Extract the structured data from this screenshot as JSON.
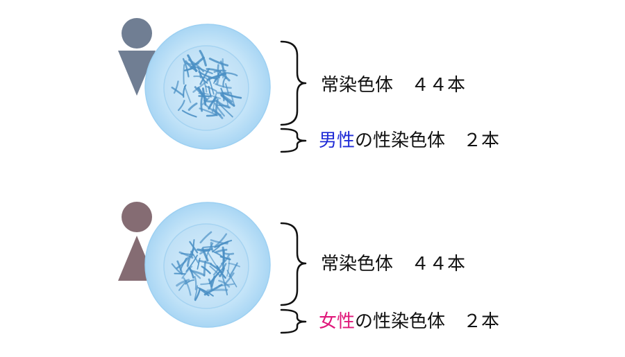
{
  "colors": {
    "male_figure": "#707e93",
    "female_figure": "#856c73",
    "cell_outer": "#b3dcf6",
    "cell_nucleus": "#c8e6f8",
    "chromosome": "#4a8fc4",
    "bracket": "#111111",
    "male_highlight": "#1f2bd6",
    "female_highlight": "#e0187a"
  },
  "male": {
    "figure_icon": "male-person-icon",
    "autosome_label": "常染色体　４４本",
    "sex_label_highlight": "男性",
    "sex_label_rest": "の性染色体　２本"
  },
  "female": {
    "figure_icon": "female-person-icon",
    "autosome_label": "常染色体　４４本",
    "sex_label_highlight": "女性",
    "sex_label_rest": "の性染色体　２本"
  }
}
